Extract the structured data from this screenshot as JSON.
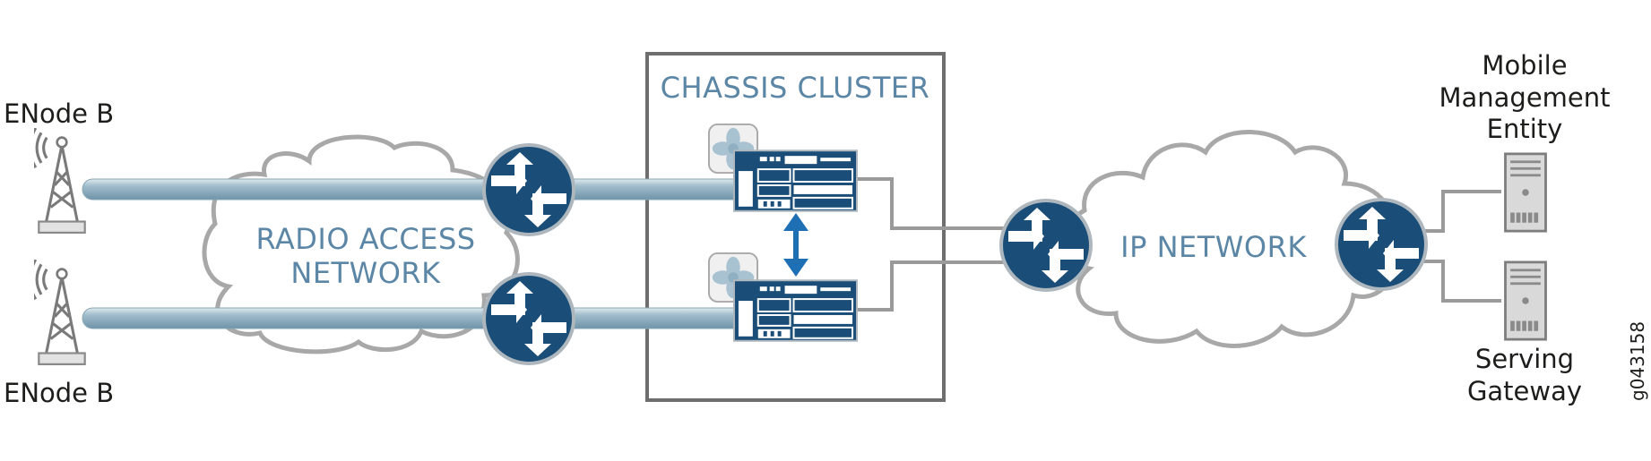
{
  "nodes": {
    "enodeb_top": "ENode B",
    "enodeb_bottom": "ENode B",
    "radio_access_network": [
      "RADIO ACCESS",
      "NETWORK"
    ],
    "chassis_cluster": "CHASSIS CLUSTER",
    "ip_network": "IP NETWORK",
    "mobile_management_entity": [
      "Mobile",
      "Management",
      "Entity"
    ],
    "serving_gateway": [
      "Serving",
      "Gateway"
    ]
  },
  "figure_id": "g043158",
  "colors": {
    "router_fill": "#1a4e78",
    "accent_blue": "#1f6fb5",
    "label_blue": "#5b86a6",
    "line_gray": "#9a9a9a",
    "cloud_stroke": "#a8a8a8",
    "pipe_fill": "#a9c2d1"
  },
  "icons": [
    "cell-tower-icon",
    "router-icon",
    "firewall-device-icon",
    "fan-icon",
    "server-icon",
    "cloud-icon"
  ]
}
